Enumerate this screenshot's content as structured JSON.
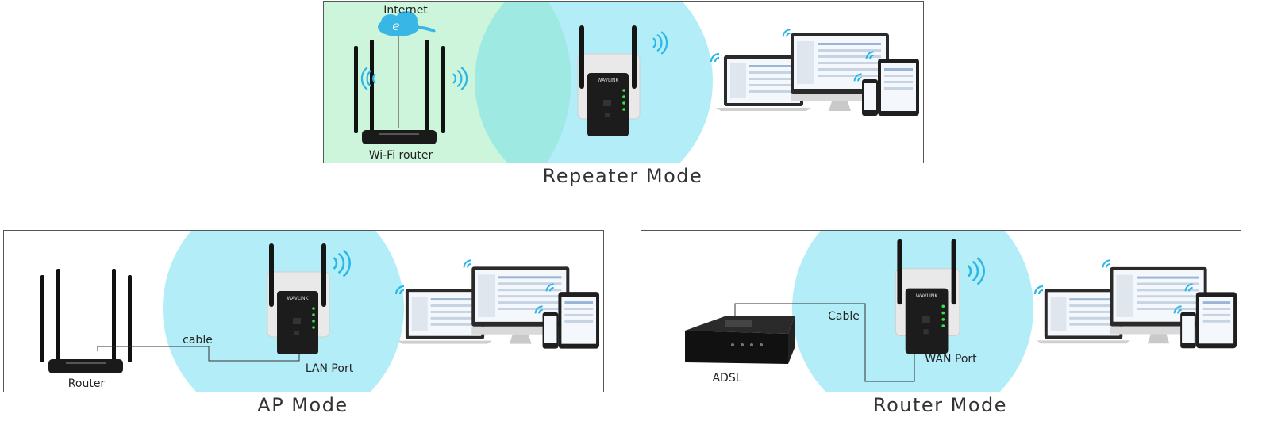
{
  "repeater": {
    "caption": "Repeater Mode",
    "internet_label": "Internet",
    "router_label": "Wi-Fi router",
    "brand_text": "WAVLINK"
  },
  "ap": {
    "caption": "AP Mode",
    "router_label": "Router",
    "cable_label": "cable",
    "port_label": "LAN Port",
    "brand_text": "WAVLINK"
  },
  "router_mode": {
    "caption": "Router Mode",
    "modem_label": "ADSL",
    "cable_label": "Cable",
    "port_label": "WAN Port",
    "brand_text": "WAVLINK"
  },
  "colors": {
    "coverage_blue": "#b3eef8",
    "coverage_green": "#cdf5dc",
    "overlap": "#8fe8d6",
    "device_black": "#1b1b1b",
    "led_green": "#3adf4c",
    "wifi_blue": "#2bb6e8"
  }
}
